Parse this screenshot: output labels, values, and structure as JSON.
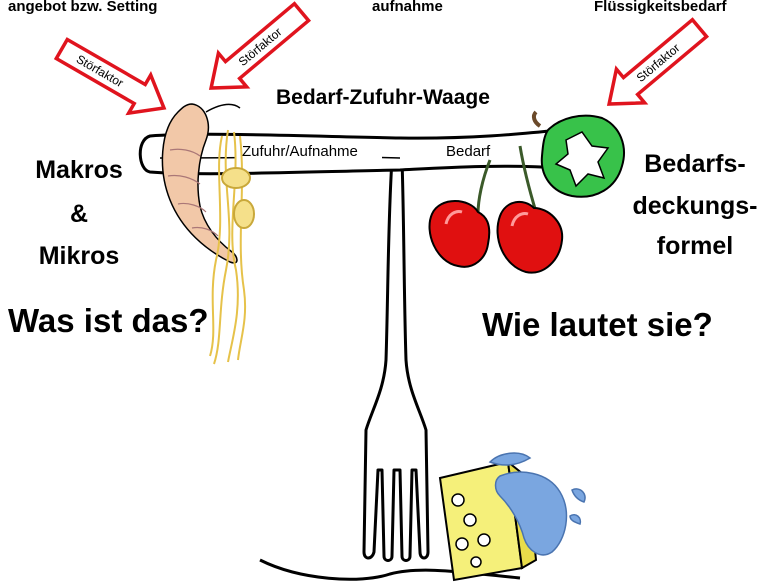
{
  "top": {
    "left_text": "angebot bzw. Setting",
    "middle_text": "aufnahme",
    "right_text": "Flüssigkeitsbedarf"
  },
  "scale": {
    "title": "Bedarf-Zufuhr-Waage",
    "left_label": "Zufuhr/Aufnahme",
    "right_label": "Bedarf"
  },
  "arrows": [
    {
      "label": "Störfaktor"
    },
    {
      "label": "Störfaktor"
    },
    {
      "label": "Störfaktor"
    }
  ],
  "left_side": {
    "line1": "Makros",
    "line2": "&",
    "line3": "Mikros",
    "question": "Was ist das?"
  },
  "right_side": {
    "line1": "Bedarfs-",
    "line2": "deckungs-",
    "line3": "formel",
    "question": "Wie lautet sie?"
  },
  "colors": {
    "arrow_fill": "#ffffff",
    "arrow_stroke": "#e0141e",
    "cherry": "#e01010",
    "pepper": "#38c24a",
    "cheese": "#f5f07a",
    "water": "#7aa6e0",
    "shrimp": "#f2c8a8",
    "pasta": "#f5d76a"
  }
}
